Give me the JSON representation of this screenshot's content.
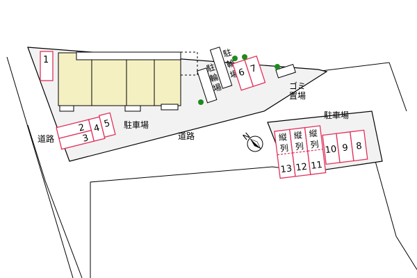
{
  "labels": {
    "road_left": "道路",
    "road_center": "道路",
    "parking_main": "駐車場",
    "parking_right": "駐車場",
    "bicycle_1": [
      "駐",
      "輪",
      "場"
    ],
    "bicycle_2": [
      "駐",
      "輪",
      "場"
    ],
    "garbage": [
      "ゴ",
      "ミ",
      "置",
      "場"
    ],
    "vertical_a": [
      "縦",
      "列"
    ],
    "vertical_b": [
      "縦",
      "列"
    ],
    "vertical_c": [
      "縦",
      "列"
    ]
  },
  "slots": {
    "s1": "1",
    "s2": "2",
    "s3": "3",
    "s4": "4",
    "s5": "5",
    "s6": "6",
    "s7": "7",
    "s8": "8",
    "s9": "9",
    "s10": "10",
    "s11": "11",
    "s12": "12",
    "s13": "13"
  },
  "compass": {
    "north": "N"
  },
  "colors": {
    "slot_border": "#e0305a",
    "building_fill": "#f5f0c2",
    "tree": "#1e8a1e",
    "lot_fill": "#f2f2f2"
  }
}
